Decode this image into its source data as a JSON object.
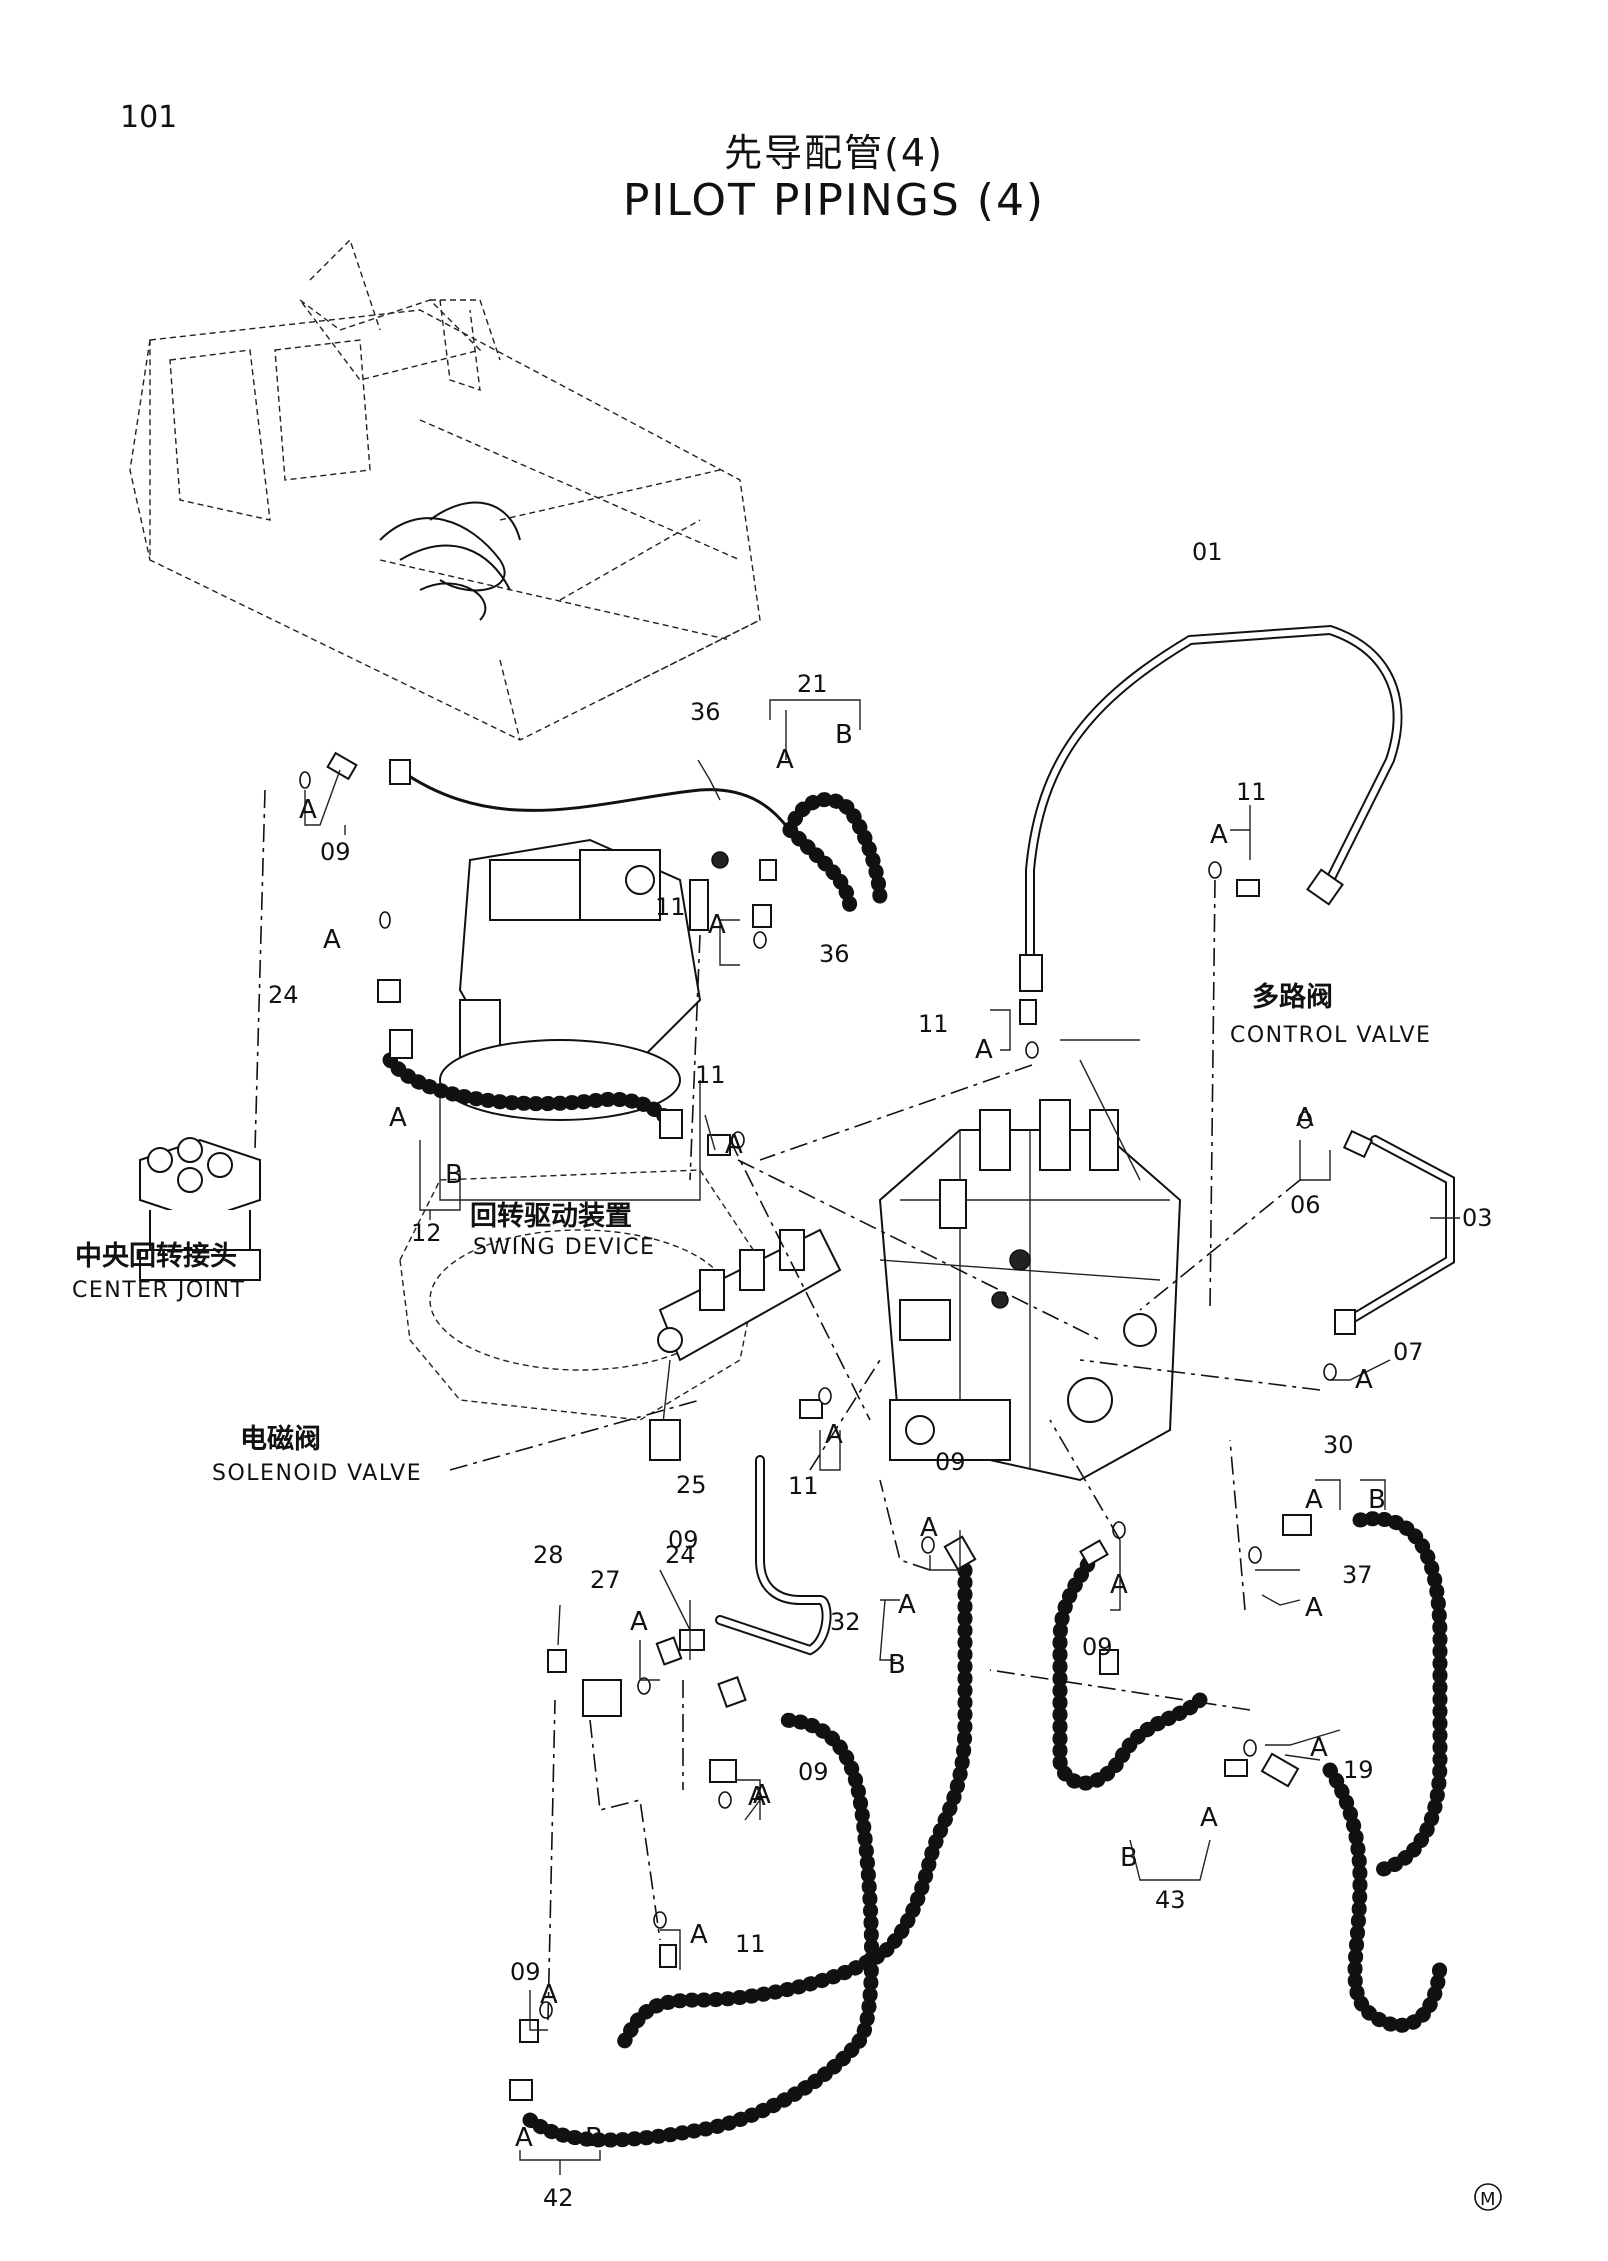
{
  "page": {
    "number": "101"
  },
  "title": {
    "chinese": "先导配管(4)",
    "english": "PILOT PIPINGS (4)"
  },
  "components": {
    "control_valve": {
      "cn": "多路阀",
      "en": "CONTROL VALVE"
    },
    "swing_device": {
      "cn": "回转驱动装置",
      "en": "SWING DEVICE"
    },
    "center_joint": {
      "cn": "中央回转接头",
      "en": "CENTER JOINT"
    },
    "solenoid_valve": {
      "cn": "电磁阀",
      "en": "SOLENOID VALVE"
    }
  },
  "callouts": {
    "c01": "01",
    "c03": "03",
    "c06": "06",
    "c07": "07",
    "c09_a": "09",
    "c09_b": "09",
    "c09_c": "09",
    "c09_d": "09",
    "c09_e": "09",
    "c09_f": "09",
    "c11_a": "11",
    "c11_b": "11",
    "c11_c": "11",
    "c11_d": "11",
    "c11_e": "11",
    "c11_f": "11",
    "c12": "12",
    "c19": "19",
    "c21": "21",
    "c24_a": "24",
    "c24_b": "24",
    "c25": "25",
    "c27": "27",
    "c28": "28",
    "c30": "30",
    "c32": "32",
    "c36_a": "36",
    "c36_b": "36",
    "c37": "37",
    "c42": "42",
    "c43": "43"
  },
  "letters": {
    "a": "A",
    "b": "B"
  },
  "mark": "M"
}
